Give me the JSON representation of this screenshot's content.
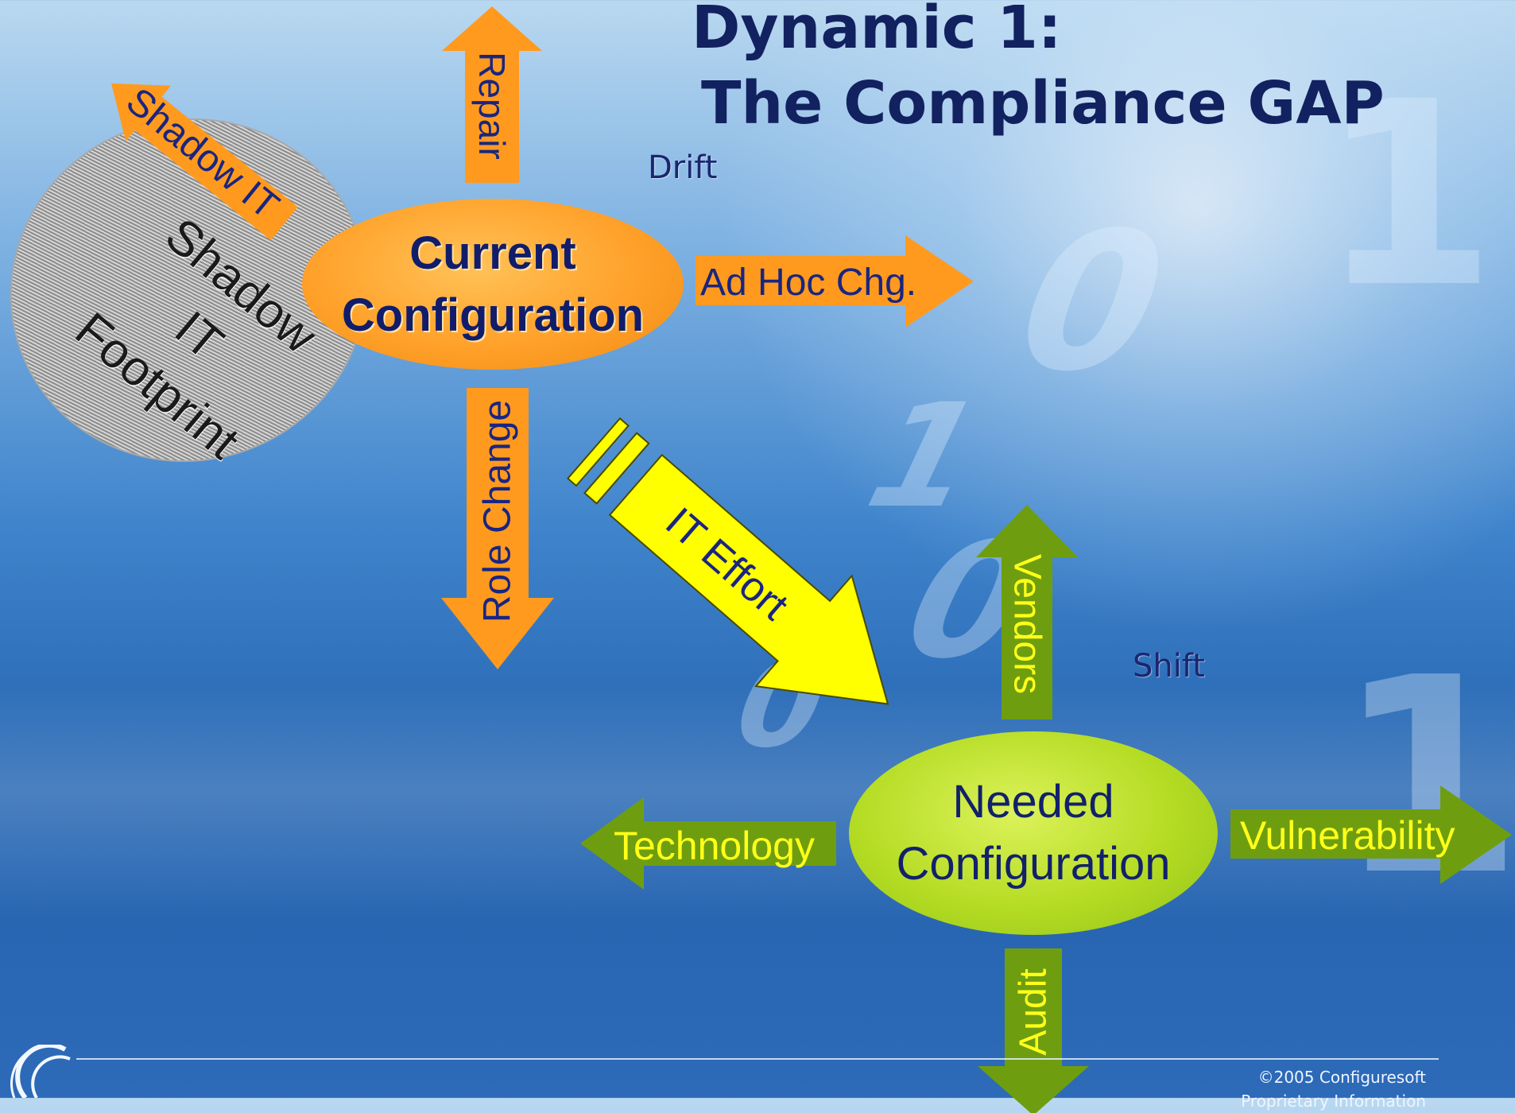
{
  "slide": {
    "title_line1": "Dynamic 1:",
    "title_line2": "The Compliance GAP",
    "drift_label": "Drift",
    "shift_label": "Shift"
  },
  "shadow": {
    "line1": "Shadow",
    "line2": "IT",
    "line3": "Footprint"
  },
  "nodes": {
    "current_line1": "Current",
    "current_line2": "Configuration",
    "needed_line1": "Needed",
    "needed_line2": "Configuration"
  },
  "arrows": {
    "shadow_it": "Shadow IT",
    "repair": "Repair",
    "ad_hoc": "Ad Hoc Chg.",
    "role_change": "Role Change",
    "it_effort": "IT Effort",
    "vendors": "Vendors",
    "technology": "Technology",
    "vulnerability": "Vulnerability",
    "audit": "Audit"
  },
  "footer": {
    "copyright": "©2005 Configuresoft",
    "proprietary": "Proprietary Information"
  },
  "colors": {
    "orange_arrow": "#ff9a1f",
    "green_arrow": "#6e9e10",
    "yellow_arrow": "#ffff00",
    "title": "#12215f",
    "arrow_text_dark": "#1a2580",
    "arrow_text_yellow": "#ffff1a"
  },
  "icons": [
    "logo-icon"
  ]
}
